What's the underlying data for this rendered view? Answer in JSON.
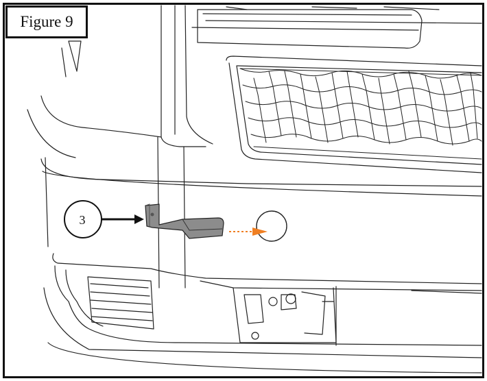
{
  "figure": {
    "label": "Figure 9"
  },
  "callout": {
    "number": "3",
    "arrow_color": "#111111",
    "direction_arrow_color": "#f07f22"
  },
  "part": {
    "name": "bracket",
    "fill_color": "#8c8c8c"
  }
}
